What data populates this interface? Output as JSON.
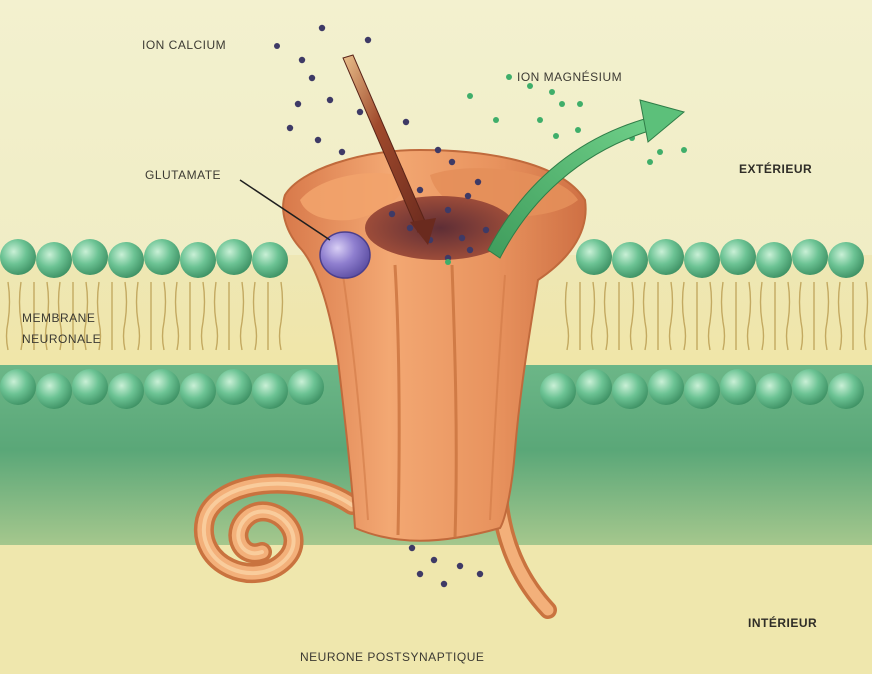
{
  "labels": {
    "calcium": "ION CALCIUM",
    "magnesium": "ION MAGNÉSIUM",
    "glutamate": "GLUTAMATE",
    "exterior": "EXTÉRIEUR",
    "membrane_line1": "MEMBRANE",
    "membrane_line2": "NEURONALE",
    "interior": "INTÉRIEUR",
    "postsynaptic": "NEURONE POSTSYNAPTIQUE"
  },
  "colors": {
    "exterior_bg": "#f1efc8",
    "membrane_green": "#7cb98c",
    "phospholipid_head": "#6cc394",
    "receptor": "#e8935e",
    "calcium_ion": "#3e3a66",
    "magnesium_ion": "#3fae6a",
    "glutamate": "#8f7fcf",
    "calcium_arrow": "#8a3f2a",
    "magnesium_arrow": "#4fb86a"
  }
}
